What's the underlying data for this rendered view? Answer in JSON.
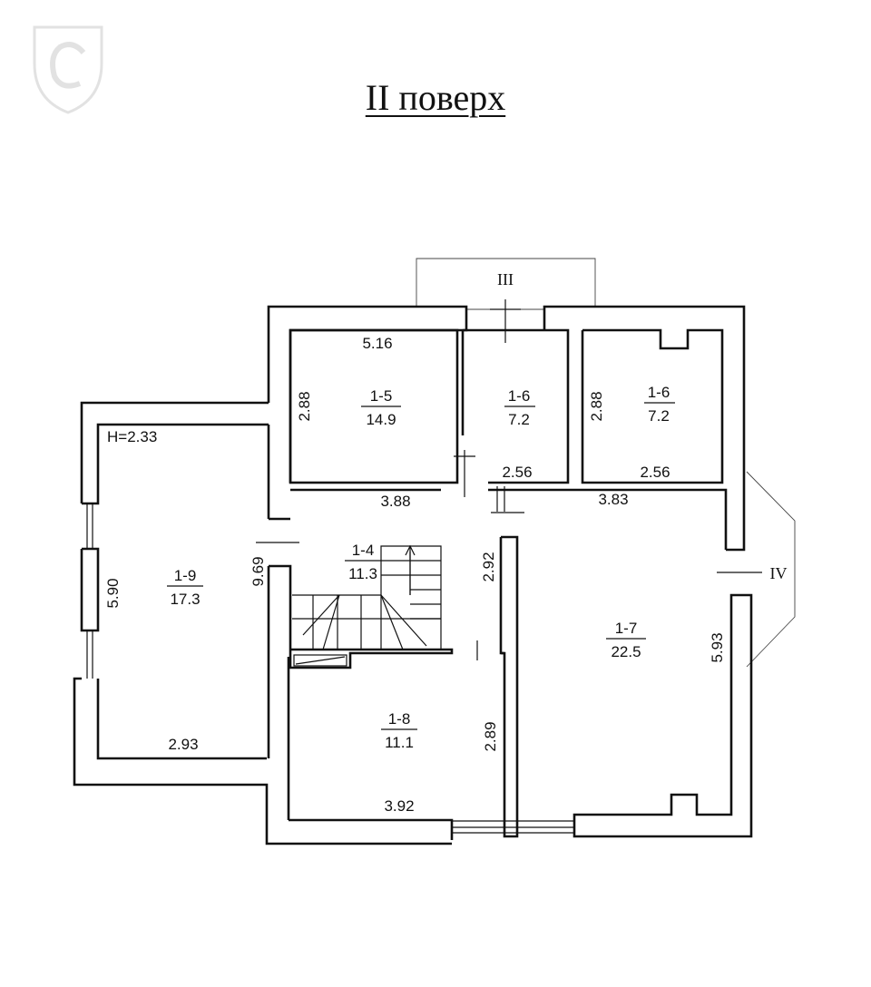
{
  "title": "II поверх",
  "height_label": "H=2.33",
  "exits": {
    "north": "III",
    "east": "IV"
  },
  "rooms": [
    {
      "id": "1-5",
      "area": "14.9"
    },
    {
      "id": "1-6",
      "area": "7.2"
    },
    {
      "id": "1-6",
      "area": "7.2"
    },
    {
      "id": "1-4",
      "area": "11.3"
    },
    {
      "id": "1-9",
      "area": "17.3"
    },
    {
      "id": "1-7",
      "area": "22.5"
    },
    {
      "id": "1-8",
      "area": "11.1"
    }
  ],
  "dimensions": {
    "d1": "5.16",
    "d2": "2.88",
    "d3": "2.88",
    "d4": "2.56",
    "d5": "2.56",
    "d6": "3.88",
    "d7": "3.83",
    "d8": "9.69",
    "d9": "2.92",
    "d10": "5.90",
    "d11": "5.93",
    "d12": "2.93",
    "d13": "2.89",
    "d14": "3.92"
  }
}
